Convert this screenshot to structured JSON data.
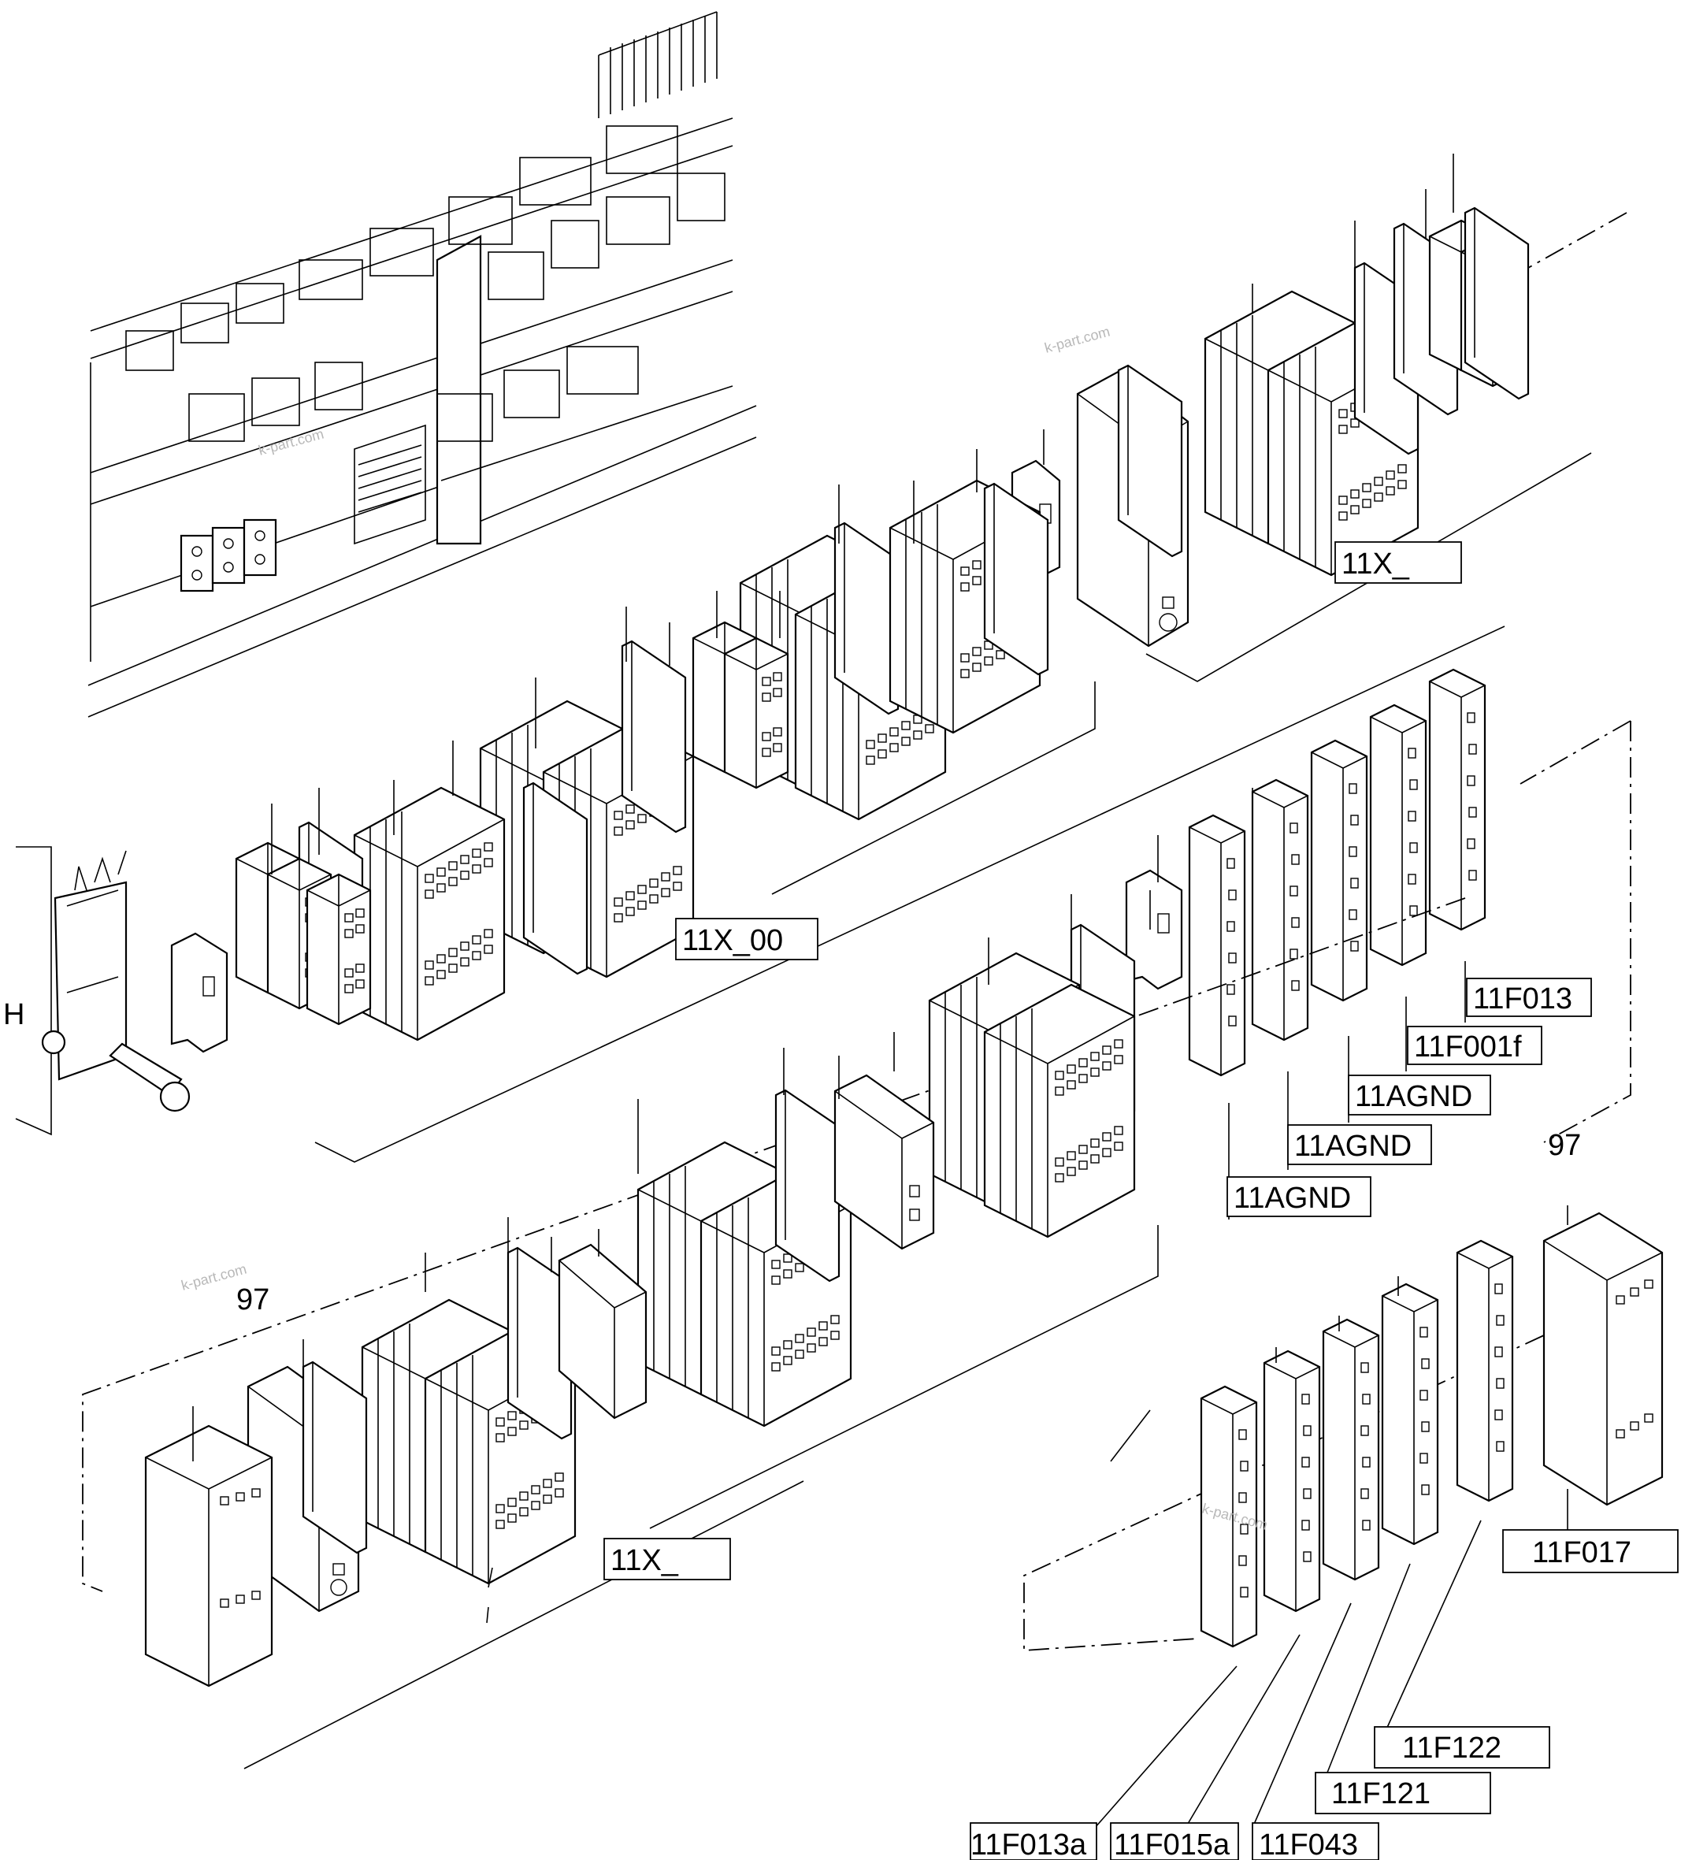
{
  "diagram": {
    "callouts": [
      {
        "id": "c-11x-top",
        "label": "11X_"
      },
      {
        "id": "c-11x-00",
        "label": "11X_00"
      },
      {
        "id": "c-11x-bottom",
        "label": "11X_"
      },
      {
        "id": "c-11f013",
        "label": "11F013"
      },
      {
        "id": "c-11f001f",
        "label": "11F001f"
      },
      {
        "id": "c-11agnd-1",
        "label": "11AGND"
      },
      {
        "id": "c-11agnd-2",
        "label": "11AGND"
      },
      {
        "id": "c-11agnd-3",
        "label": "11AGND"
      },
      {
        "id": "c-11f017",
        "label": "11F017"
      },
      {
        "id": "c-11f122",
        "label": "11F122"
      },
      {
        "id": "c-11f121",
        "label": "11F121"
      },
      {
        "id": "c-11f013a",
        "label": "11F013a"
      },
      {
        "id": "c-11f015a",
        "label": "11F015a"
      },
      {
        "id": "c-11f043",
        "label": "11F043"
      }
    ],
    "free_labels": {
      "h": "H",
      "ref_97_right": "97",
      "ref_97_left": "97"
    },
    "watermarks": [
      "k-part.com",
      "k-part.com",
      "k-part.com",
      "k-part.com"
    ]
  }
}
